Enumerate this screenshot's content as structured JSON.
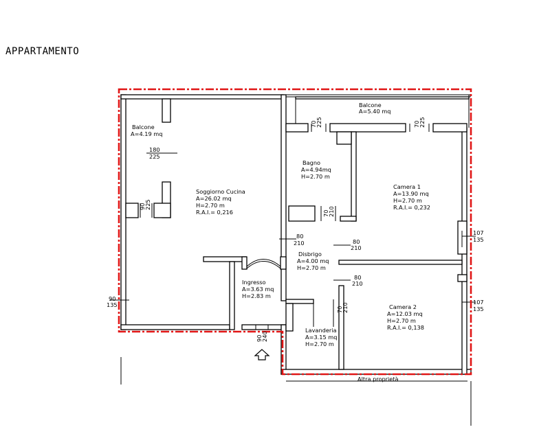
{
  "title": "APPARTAMENTO",
  "rooms": [
    {
      "name": "Balcone",
      "lines": [
        "A=4.19 mq"
      ]
    },
    {
      "name": "Balcone",
      "lines": [
        "A=5.40 mq"
      ]
    },
    {
      "name": "Soggiorno Cucina",
      "lines": [
        "A=26.02 mq",
        "H=2.70 m",
        "R.A.I.= 0,216"
      ]
    },
    {
      "name": "Bagno",
      "lines": [
        "A=4.94mq",
        "H=2.70 m"
      ]
    },
    {
      "name": "Camera 1",
      "lines": [
        "A=13.90 mq",
        "H=2.70 m",
        "R.A.I.= 0,232"
      ]
    },
    {
      "name": "Disbrigo",
      "lines": [
        "A=4.00 mq",
        "H=2.70 m"
      ]
    },
    {
      "name": "Ingresso",
      "lines": [
        "A=3.63 mq",
        "H=2.83 m"
      ]
    },
    {
      "name": "Camera 2",
      "lines": [
        "A=12.03 mq",
        "H=2.70 m",
        "R.A.I.= 0,138"
      ]
    },
    {
      "name": "Lavanderia",
      "lines": [
        "A=3.15 mq",
        "H=2.70 m"
      ]
    }
  ],
  "openings": [
    {
      "w": "180",
      "h": "225"
    },
    {
      "w": "70",
      "h": "225"
    },
    {
      "w": "70",
      "h": "225"
    },
    {
      "w": "90",
      "h": "225"
    },
    {
      "w": "70",
      "h": "210"
    },
    {
      "w": "80",
      "h": "210"
    },
    {
      "w": "80",
      "h": "210"
    },
    {
      "w": "80",
      "h": "210"
    },
    {
      "w": "107",
      "h": "135"
    },
    {
      "w": "107",
      "h": "135"
    },
    {
      "w": "90",
      "h": "135"
    },
    {
      "w": "70",
      "h": "210"
    },
    {
      "w": "90",
      "h": "240"
    }
  ],
  "neighbor_label": "Altra proprietà",
  "colors": {
    "boundary": "#e01515",
    "wall": "#000000"
  },
  "icons": {
    "entrance": "entrance-arrow-icon"
  }
}
